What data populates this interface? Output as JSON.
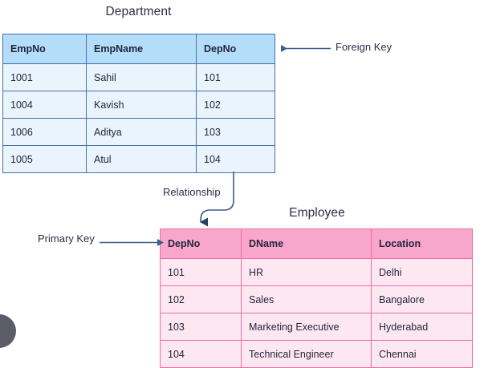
{
  "diagram": {
    "type": "entity-relationship-diagram",
    "colors": {
      "blue_header": "#b4ddfa",
      "blue_body": "#e9f4fd",
      "blue_border": "#4a6fa5",
      "pink_header": "#f9a6cd",
      "pink_body": "#fde8f2",
      "pink_border": "#f06aa8",
      "text": "#2b2e4a",
      "connector": "#3e5c8a",
      "corner_dot": "#5c5c68"
    }
  },
  "department_table": {
    "title": "Department",
    "columns": [
      "EmpNo",
      "EmpName",
      "DepNo"
    ],
    "rows": [
      [
        "1001",
        "Sahil",
        "101"
      ],
      [
        "1004",
        "Kavish",
        "102"
      ],
      [
        "1006",
        "Aditya",
        "103"
      ],
      [
        "1005",
        "Atul",
        "104"
      ]
    ]
  },
  "employee_table": {
    "title": "Employee",
    "columns": [
      "DepNo",
      "DName",
      "Location"
    ],
    "rows": [
      [
        "101",
        "HR",
        "Delhi"
      ],
      [
        "102",
        "Sales",
        "Bangalore"
      ],
      [
        "103",
        "Marketing Executive",
        "Hyderabad"
      ],
      [
        "104",
        "Technical Engineer",
        "Chennai"
      ]
    ]
  },
  "annotations": {
    "foreign_key": "Foreign Key",
    "primary_key": "Primary Key",
    "relationship": "Relationship"
  }
}
